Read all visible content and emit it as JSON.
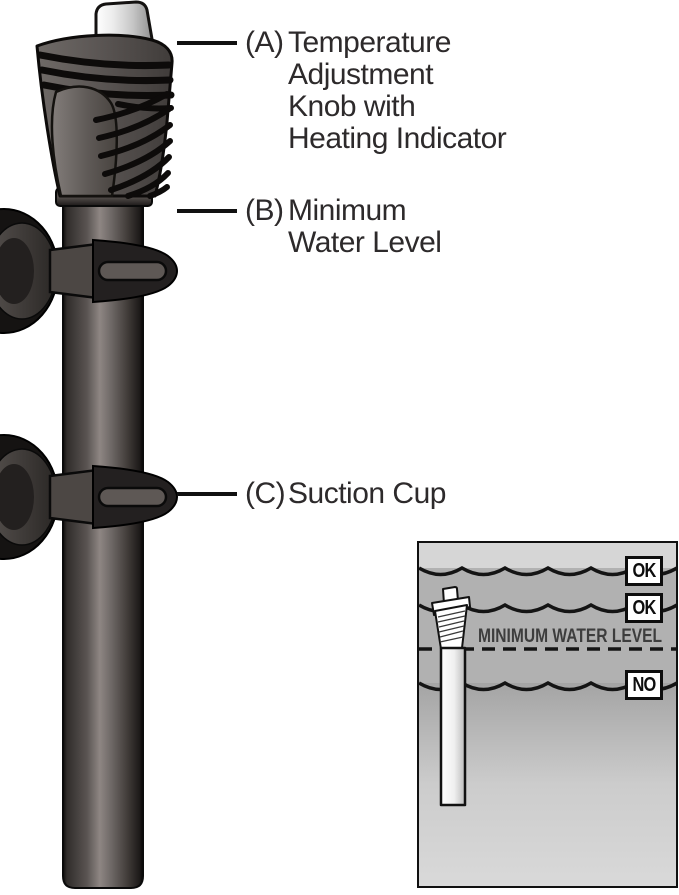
{
  "callouts": [
    {
      "marker": "(A)",
      "lines": [
        "Temperature",
        "Adjustment",
        "Knob with",
        "Heating Indicator"
      ]
    },
    {
      "marker": "(B)",
      "lines": [
        "Minimum",
        "Water Level"
      ]
    },
    {
      "marker": "(C)",
      "lines": [
        "Suction Cup"
      ]
    }
  ],
  "inset": {
    "water_level_label": "MINIMUM WATER LEVEL",
    "badges": [
      {
        "text": "OK"
      },
      {
        "text": "OK"
      },
      {
        "text": "NO"
      }
    ]
  },
  "colors": {
    "page_bg": "#ffffff",
    "line_ink": "#111111",
    "label_text": "#2d2a2b",
    "inset_border": "#101010",
    "water_band_gray": "#b1b1b1",
    "water_band_light": "#d6d6d6",
    "badge_bg": "#ffffff",
    "badge_border": "#0d0d0d",
    "badge_text": "#0d0d0d",
    "inset_label_text": "#3d3d3d"
  }
}
